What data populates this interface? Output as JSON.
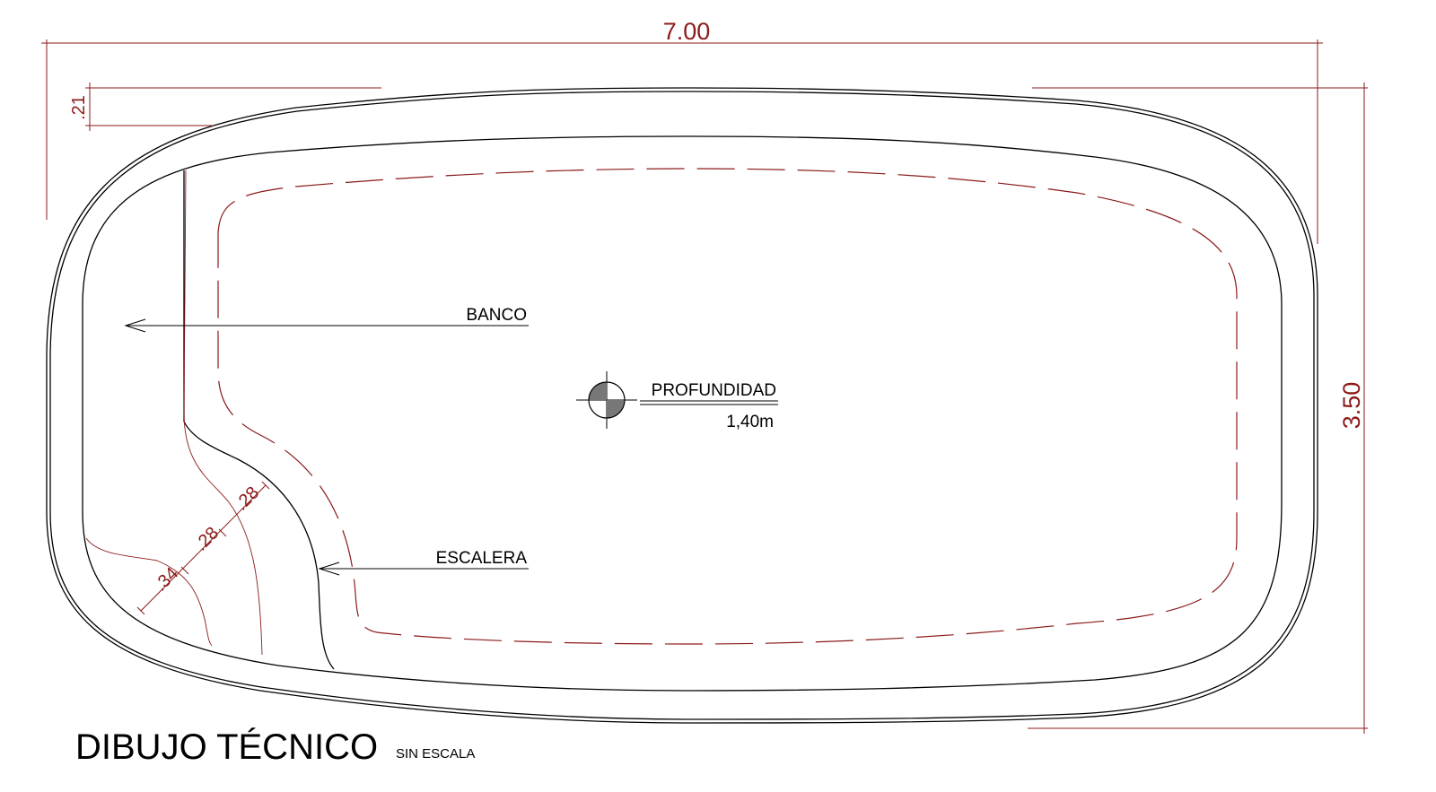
{
  "colors": {
    "dimension": "#8b1a1a",
    "line": "#000000"
  },
  "dimensions": {
    "length": "7.00",
    "width": "3.50",
    "rim": ".21",
    "steps": [
      ".34",
      ".28",
      ".28"
    ]
  },
  "labels": {
    "bench": "BANCO",
    "stairs": "ESCALERA",
    "depth_title": "PROFUNDIDAD",
    "depth_value": "1,40m"
  },
  "title": {
    "main": "DIBUJO TÉCNICO",
    "scale": "SIN ESCALA"
  }
}
